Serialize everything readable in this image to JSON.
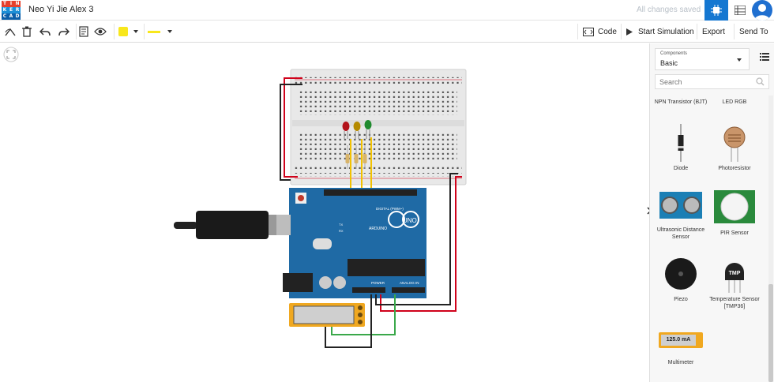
{
  "app": {
    "logo_letters": [
      "T",
      "I",
      "N",
      "K",
      "E",
      "R",
      "C",
      "A",
      "D"
    ],
    "project_title": "Neo Yi Jie Alex 3",
    "save_status": "All changes saved"
  },
  "toolbar": {
    "code_label": "Code",
    "start_simulation_label": "Start Simulation",
    "export_label": "Export",
    "send_to_label": "Send To",
    "fill_color": "#f8e71c"
  },
  "panel": {
    "components_caption": "Components",
    "components_selected": "Basic",
    "search_placeholder": "Search",
    "items": [
      {
        "label": "NPN Transistor (BJT)",
        "icon": "npn-transistor-icon"
      },
      {
        "label": "LED RGB",
        "icon": "led-rgb-icon"
      },
      {
        "label": "Diode",
        "icon": "diode-icon"
      },
      {
        "label": "Photoresistor",
        "icon": "photoresistor-icon"
      },
      {
        "label": "Ultrasonic Distance Sensor",
        "icon": "ultrasonic-sensor-icon"
      },
      {
        "label": "PIR Sensor",
        "icon": "pir-sensor-icon"
      },
      {
        "label": "Piezo",
        "icon": "piezo-icon"
      },
      {
        "label": "Temperature Sensor [TMP36]",
        "icon": "temperature-sensor-icon"
      },
      {
        "label": "Multimeter",
        "icon": "multimeter-icon"
      }
    ],
    "tmp_chip_label": "TMP",
    "multimeter_reading": "125.0 mA"
  },
  "board": {
    "uno_label": "UNO",
    "arduino_label": "ARDUINO",
    "digital_label": "DIGITAL (PWM~)",
    "power_label": "POWER",
    "analog_label": "ANALOG IN",
    "tx_label": "TX",
    "rx_label": "RX"
  },
  "colors": {
    "accent": "#1477d1",
    "board_blue": "#1f6aa5",
    "wire_red": "#d0021b",
    "wire_black": "#222222",
    "wire_green": "#3aa84a",
    "wire_yellow": "#f2c200",
    "led_red": "#b3121a",
    "led_yellow": "#b58a00",
    "led_green": "#1f8a2e"
  }
}
